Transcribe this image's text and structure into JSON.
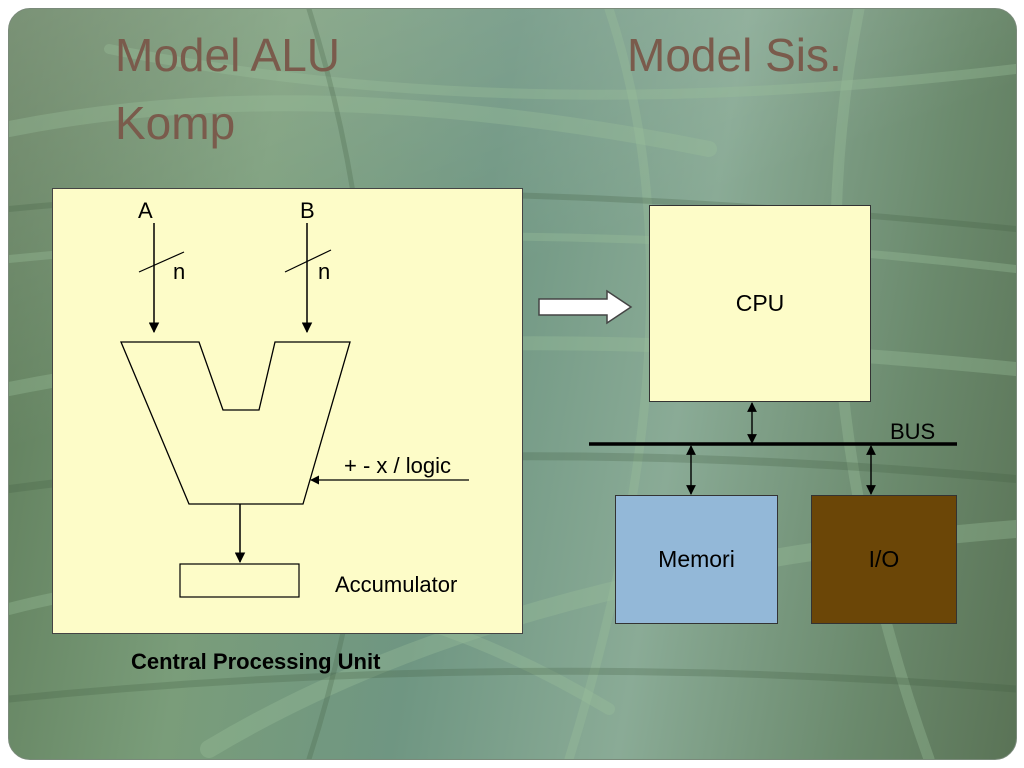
{
  "slide": {
    "title_left": "Model ALU",
    "title_right": "Model Sis.",
    "title_left_line2": "Komp"
  },
  "alu": {
    "input_a": "A",
    "input_b": "B",
    "width_a": "n",
    "width_b": "n",
    "operation": "+ - x / logic",
    "output": "Accumulator",
    "caption": "Central Processing Unit"
  },
  "system": {
    "cpu": "CPU",
    "bus": "BUS",
    "memory": "Memori",
    "io": "I/O",
    "colors": {
      "cpu": "#fdfcc8",
      "memory": "#93b8d8",
      "io": "#6b4607",
      "alu_panel": "#fdfcc8"
    }
  }
}
